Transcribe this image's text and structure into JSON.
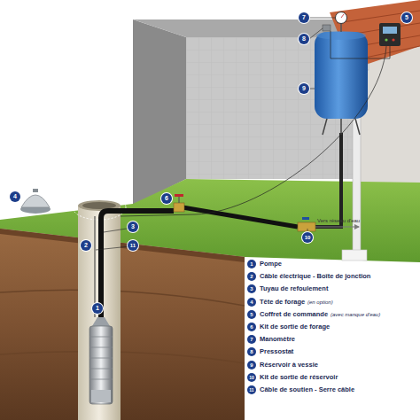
{
  "diagram": {
    "labels": [
      "7",
      "5",
      "8",
      "9",
      "4",
      "6",
      "3",
      "2",
      "11",
      "10",
      "Vers réseau d'eau",
      "1",
      "1",
      "Pompe",
      "2",
      "Câble électrique - Boîte de jonction",
      "3",
      "Tuyau de refoulement",
      "4",
      "Tête de forage",
      "(en option)",
      "5",
      "Coffret de commande",
      "(avec manque d'eau)",
      "6",
      "Kit de sortie de forage",
      "7",
      "Manomètre",
      "8",
      "Pressostat",
      "9",
      "Réservoir à vessie",
      "10",
      "Kit de sortie de réservoir",
      "11",
      "Câble de soutien - Serre câble"
    ]
  }
}
